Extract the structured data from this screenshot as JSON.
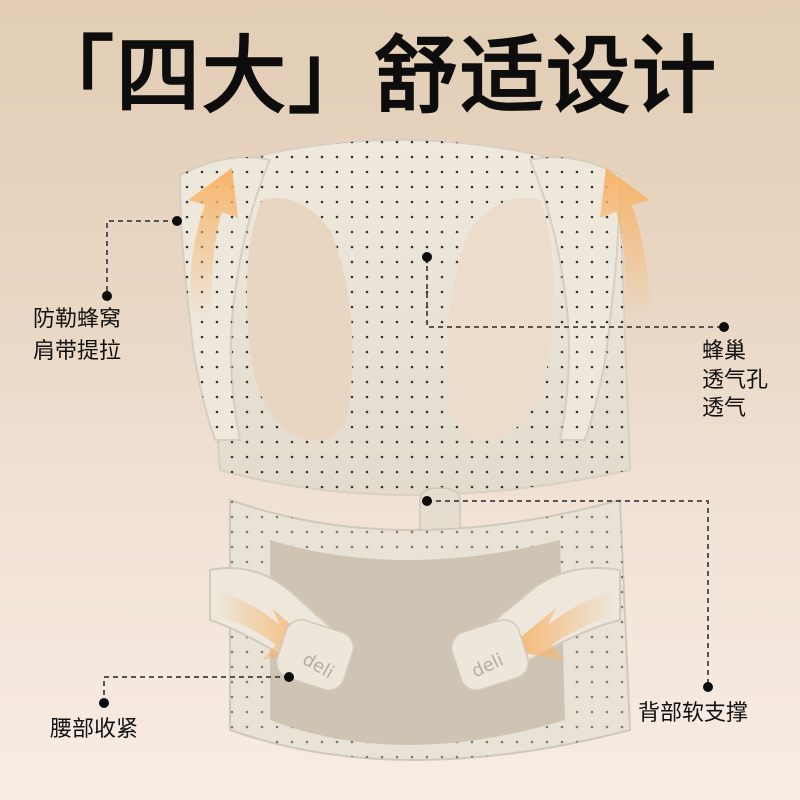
{
  "title": "「四大」舒适设计",
  "features": [
    {
      "id": "shoulder-strap",
      "lines": [
        "防勒蜂窝",
        "肩带提拉"
      ]
    },
    {
      "id": "honeycomb",
      "lines": [
        "蜂巢",
        "透气孔",
        "透气"
      ]
    },
    {
      "id": "waist",
      "lines": [
        "腰部收紧"
      ]
    },
    {
      "id": "back-support",
      "lines": [
        "背部软支撑"
      ]
    }
  ],
  "brand": "deli",
  "colors": {
    "arrow": "#f7b46a",
    "vest": "#ece6da",
    "waistband": "#cfc3b3",
    "text": "#111111",
    "leader_line": "#555555"
  }
}
